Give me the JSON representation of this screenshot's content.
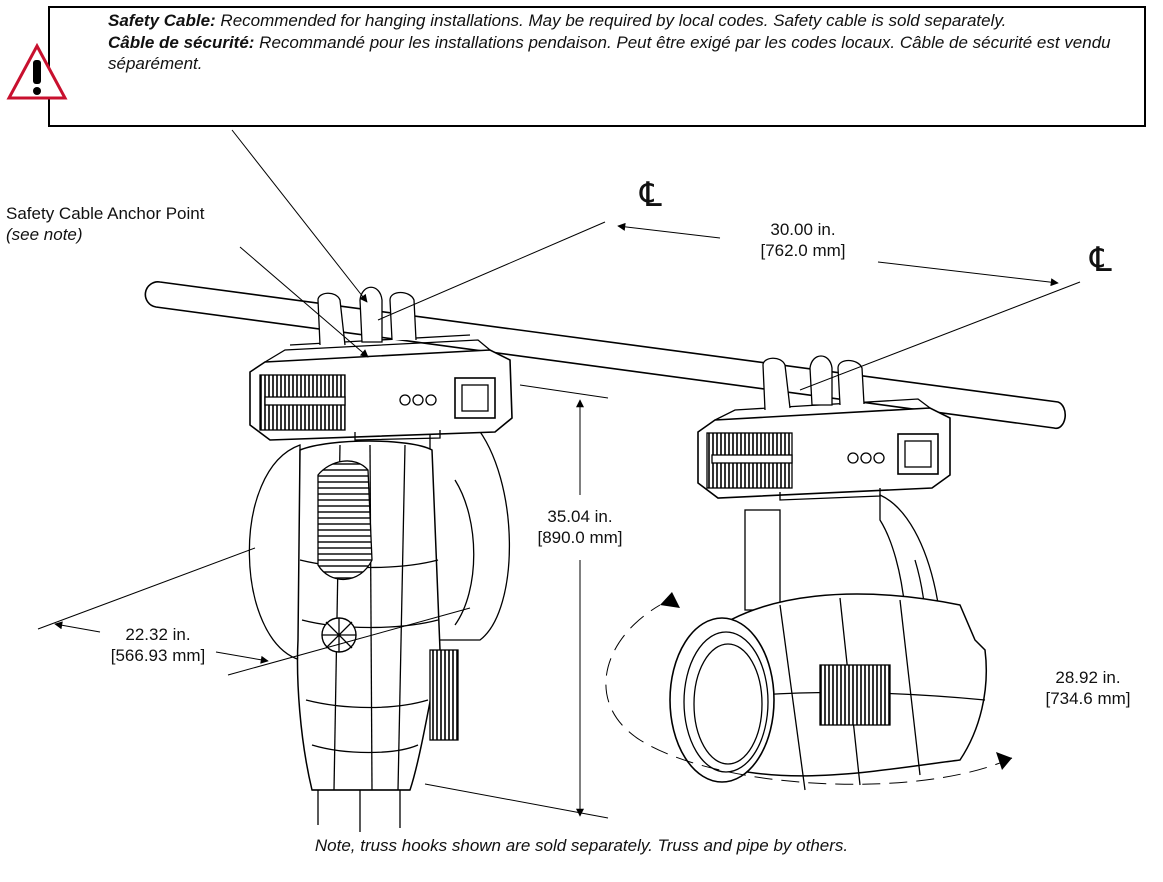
{
  "warning": {
    "icon": "warning-triangle-icon",
    "en_label": "Safety Cable:",
    "en_text": " Recommended for hanging installations. May be required by local codes. Safety cable is sold separately.",
    "fr_label": "Câble de sécurité:",
    "fr_text": " Recommandé pour les installations pendaison. Peut être exigé par les codes locaux. Câble de sécurité est vendu séparément."
  },
  "anchor": {
    "label": "Safety Cable Anchor Point",
    "note": "(see note)"
  },
  "centerline_symbol": "℄",
  "dimensions": {
    "spacing": {
      "imperial": "30.00 in.",
      "metric": "[762.0 mm]"
    },
    "height": {
      "imperial": "35.04 in.",
      "metric": "[890.0 mm]"
    },
    "depth": {
      "imperial": "22.32 in.",
      "metric": "[566.93 mm]"
    },
    "swing": {
      "imperial": "28.92 in.",
      "metric": "[734.6 mm]"
    }
  },
  "footer_note": "Note, truss hooks shown are sold separately. Truss and pipe by others.",
  "colors": {
    "warning_red": "#c8102e",
    "line": "#000000"
  }
}
